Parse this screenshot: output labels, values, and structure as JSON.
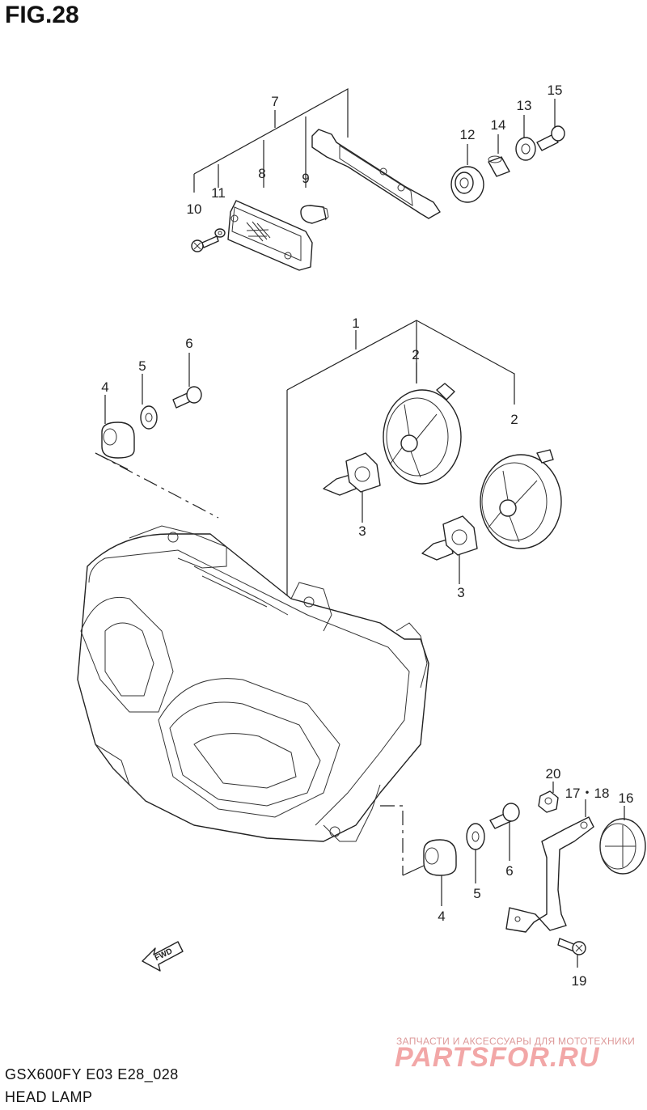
{
  "figure": {
    "title": "FIG.28",
    "model_code": "GSX600FY E03 E28_028",
    "section_name": "HEAD LAMP"
  },
  "callouts": {
    "c1": "1",
    "c2a": "2",
    "c2b": "2",
    "c3a": "3",
    "c3b": "3",
    "c4a": "4",
    "c4b": "4",
    "c5a": "5",
    "c5b": "5",
    "c6a": "6",
    "c6b": "6",
    "c7": "7",
    "c8": "8",
    "c9": "9",
    "c10": "10",
    "c11": "11",
    "c12": "12",
    "c13": "13",
    "c14": "14",
    "c15": "15",
    "c16": "16",
    "c17_18": "17・18",
    "c19": "19",
    "c20": "20"
  },
  "direction_marker": {
    "label": "FWD"
  },
  "watermark": {
    "subtitle": "ЗАПЧАСТИ И АКСЕССУАРЫ ДЛЯ МОТОТЕХНИКИ",
    "logo": "PARTSFOR.RU"
  }
}
